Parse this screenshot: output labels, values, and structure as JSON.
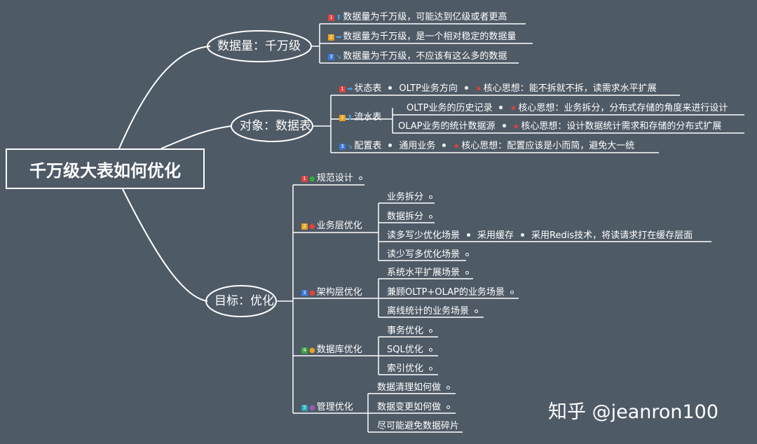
{
  "root": "千万级大表如何优化",
  "branch1": {
    "label": "数据量：千万级",
    "items": [
      {
        "num": "1",
        "text": "数据量为千万级，可能达到亿级或者更高"
      },
      {
        "num": "2",
        "text": "数据量为千万级，是一个相对稳定的数据量"
      },
      {
        "num": "3",
        "text": "数据量为千万级，不应该有这么多的数据"
      }
    ]
  },
  "branch2": {
    "label": "对象：数据表",
    "state": {
      "num": "1",
      "label": "状态表",
      "sub": "OLTP业务方向",
      "core": "核心思想：能不拆就不拆，读需求水平扩展"
    },
    "flow": {
      "num": "2",
      "label": "流水表",
      "sub1": "OLTP业务的历史记录",
      "core1": "核心思想：业务拆分，分布式存储的角度来进行设计",
      "sub2": "OLAP业务的统计数据源",
      "core2": "核心思想：设计数据统计需求和存储的分布式扩展"
    },
    "config": {
      "num": "3",
      "label": "配置表",
      "sub": "通用业务",
      "core": "核心思想：配置应该是小而简，避免大一统"
    }
  },
  "branch3": {
    "label": "目标：优化",
    "spec": {
      "num": "1",
      "label": "规范设计"
    },
    "biz": {
      "num": "2",
      "label": "业务层优化",
      "items": [
        "业务拆分",
        "数据拆分",
        "读多写少优化场景",
        "读少写多优化场景"
      ],
      "cache": "采用缓存",
      "redis": "采用Redis技术，将读请求打在缓存层面"
    },
    "arch": {
      "num": "3",
      "label": "架构层优化",
      "items": [
        "系统水平扩展场景",
        "兼顾OLTP+OLAP的业务场景",
        "离线统计的业务场景"
      ]
    },
    "db": {
      "num": "4",
      "label": "数据库优化",
      "items": [
        "事务优化",
        "SQL优化",
        "索引优化"
      ]
    },
    "mgmt": {
      "num": "5",
      "label": "管理优化",
      "items": [
        "数据清理如何做",
        "数据变更如何做",
        "尽可能避免数据碎片"
      ]
    }
  },
  "watermark": "知乎 @jeanron100",
  "colors": {
    "bg": "#4e5a66",
    "line": "#ffffff",
    "badge1": "#e0413f",
    "badge2": "#e8a31c",
    "badge3": "#3a78d6",
    "badge4": "#3aa642",
    "badge5": "#2aa6b8"
  }
}
